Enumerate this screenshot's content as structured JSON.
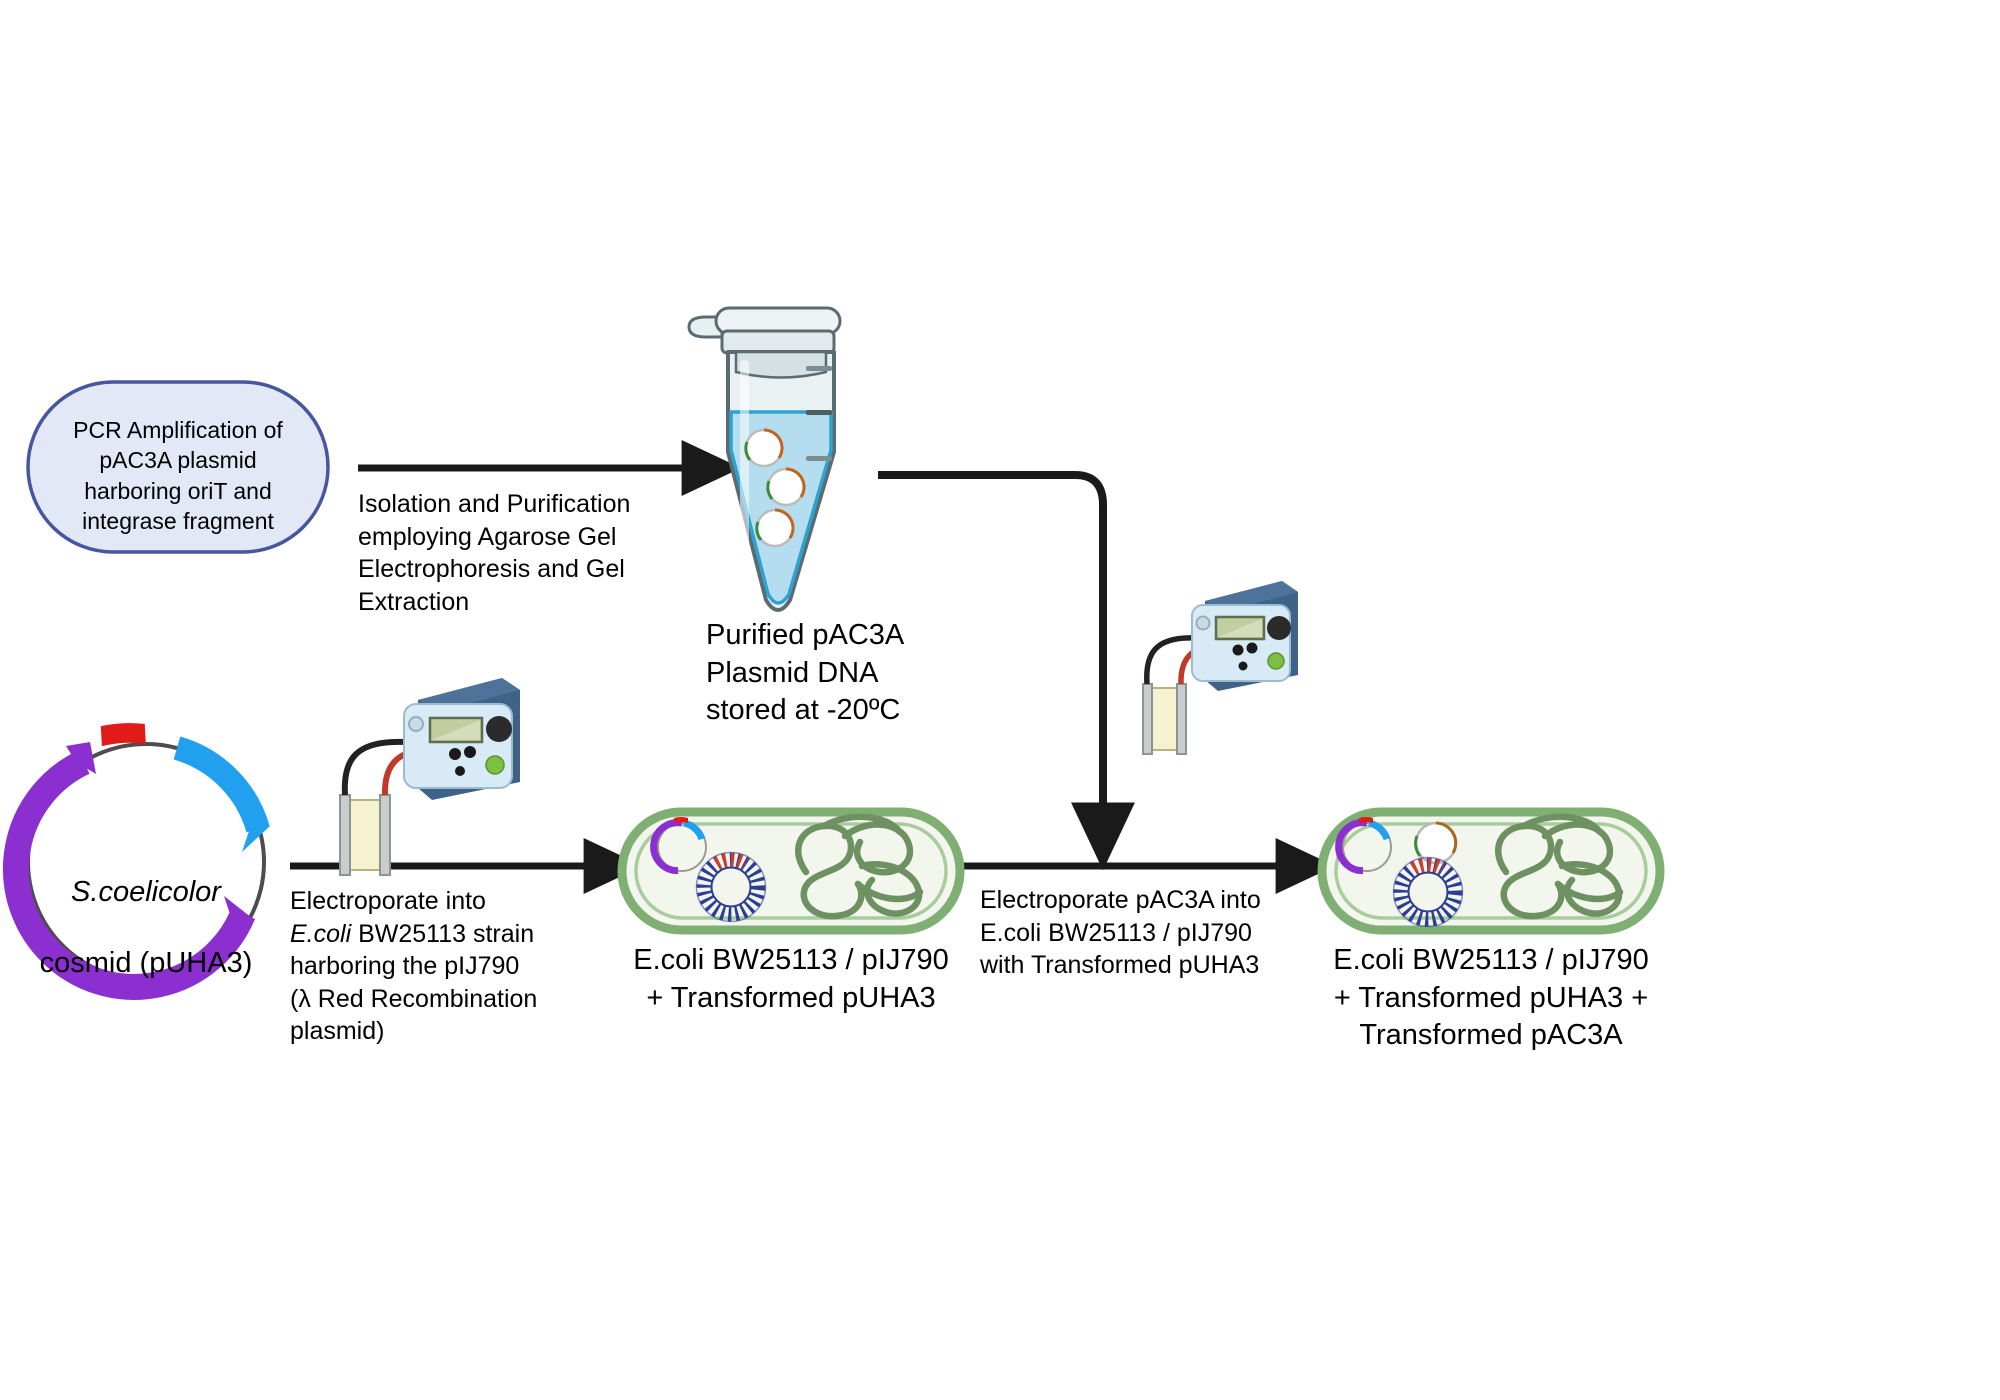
{
  "diagram": {
    "title": "Cloning workflow for pAC3A and pUHA3 into E.coli BW25113 / pIJ790",
    "colors": {
      "pcr_box_fill": "#E3E8F7",
      "pcr_box_stroke": "#47569E",
      "arrow_black": "#1A1A1A",
      "plasmid_purple": "#8B2FD0",
      "plasmid_blue": "#21A0F0",
      "plasmid_red": "#E01B18",
      "plasmid_backbone": "#4D4D4D",
      "cell_wall_green": "#7FAF72",
      "cell_interior": "#F3F6EC",
      "chromosome_green": "#6E9162",
      "tube_liquid": "#AEDCF0",
      "tube_glass": "#E7EFF1",
      "tube_outline": "#5A6B72",
      "device_body": "#3E6288",
      "device_panel": "#D7EAF5",
      "device_screen": "#C2CEA0",
      "cuvette_fill": "#F6F2CF",
      "cable_red": "#C0392B",
      "cable_black": "#222222"
    },
    "nodes": {
      "pcr_box": {
        "label": "PCR Amplification of\npAC3A plasmid\nharboring oriT and\nintegrase fragment",
        "shape": "stadium"
      },
      "tube_caption": {
        "label": "Purified pAC3A\nPlasmid DNA\nstored at -20ºC"
      },
      "cosmid": {
        "line1": "S.coelicolor",
        "line2": "cosmid (pUHA3)",
        "line1_style": "italic"
      },
      "cell_middle_caption": {
        "label": "E.coli BW25113 / pIJ790\n+ Transformed pUHA3"
      },
      "cell_right_caption": {
        "label": "E.coli BW25113 / pIJ790\n+ Transformed pUHA3 +\nTransformed pAC3A"
      }
    },
    "edges": {
      "isolation": {
        "label": "Isolation and Purification\nemploying Agarose Gel\nElectrophoresis and Gel\nExtraction"
      },
      "electroporate_puha3": {
        "line1": "Electroporate into",
        "line2_italic": "E.coli",
        "line2_rest": " BW25113 strain",
        "line3": "harboring the pIJ790",
        "line4": "(λ Red Recombination",
        "line5": "plasmid)"
      },
      "electroporate_pac3a": {
        "label": "Electroporate pAC3A into\nE.coli BW25113 / pIJ790\nwith Transformed pUHA3"
      },
      "tube_to_cell": {
        "label": ""
      }
    },
    "icons": {
      "tube": "microcentrifuge-tube-icon",
      "electroporator_1": "electroporator-icon",
      "electroporator_2": "electroporator-icon",
      "cosmid": "plasmid-map-icon",
      "cell_middle": "bacterial-cell-icon",
      "cell_right": "bacterial-cell-icon"
    }
  }
}
